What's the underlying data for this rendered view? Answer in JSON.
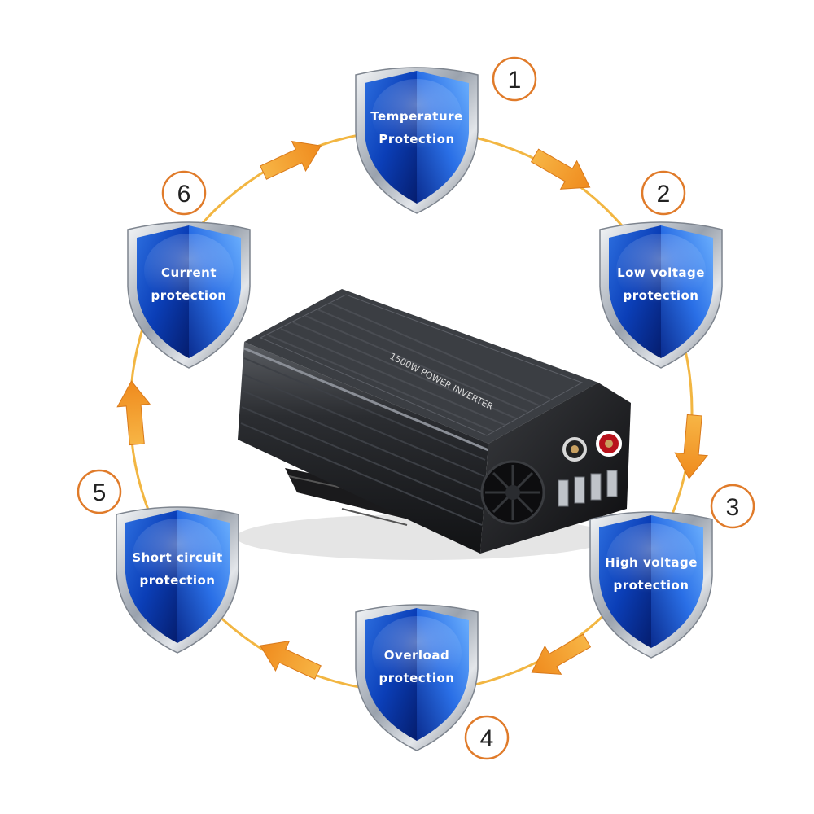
{
  "colors": {
    "ring": "#f2b642",
    "arrow": "#f39a2c",
    "badge_stroke": "#e07b2a",
    "shield_blue_dark": "#0a2a8c",
    "shield_blue_light": "#3d8cf0",
    "shield_silver": "#c9ced6"
  },
  "protections": [
    {
      "number": "1",
      "line1": "Temperature",
      "line2": "Protection"
    },
    {
      "number": "2",
      "line1": "Low voltage",
      "line2": "protection"
    },
    {
      "number": "3",
      "line1": "High voltage",
      "line2": "protection"
    },
    {
      "number": "4",
      "line1": "Overload",
      "line2": "protection"
    },
    {
      "number": "5",
      "line1": "Short circuit",
      "line2": "protection"
    },
    {
      "number": "6",
      "line1": "Current",
      "line2": "protection"
    }
  ],
  "inverter": {
    "label": "1500W POWER INVERTER",
    "icon": "power-inverter-device"
  }
}
